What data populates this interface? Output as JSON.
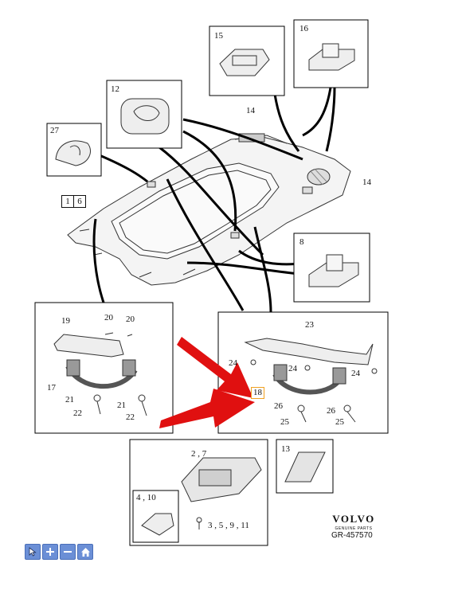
{
  "callouts": {
    "c15": "15",
    "c16": "16",
    "c12": "12",
    "c27": "27",
    "c14a": "14",
    "c14b": "14",
    "c1": "1",
    "c6": "6",
    "c8": "8",
    "c19": "19",
    "c20a": "20",
    "c20b": "20",
    "c17": "17",
    "c21a": "21",
    "c21b": "21",
    "c22a": "22",
    "c22b": "22",
    "c23": "23",
    "c24a": "24",
    "c24b": "24",
    "c24c": "24",
    "c18": "18",
    "c26a": "26",
    "c26b": "26",
    "c25a": "25",
    "c25b": "25",
    "c13": "13",
    "c27_label": "2 , 7",
    "c410": "4 , 10",
    "c35911": "3 , 5 , 9 , 11"
  },
  "brand": {
    "name": "VOLVO",
    "sub": "GENUINE PARTS"
  },
  "reference": "GR-457570",
  "toolbar": {
    "pointer_icon": "pointer-icon",
    "zoom_in_icon": "zoom-in-icon",
    "zoom_out_icon": "zoom-out-icon",
    "home_icon": "home-icon"
  },
  "colors": {
    "arrow": "#e01010",
    "toolbar": "#6b8fd6",
    "highlight": "#f0a020"
  }
}
